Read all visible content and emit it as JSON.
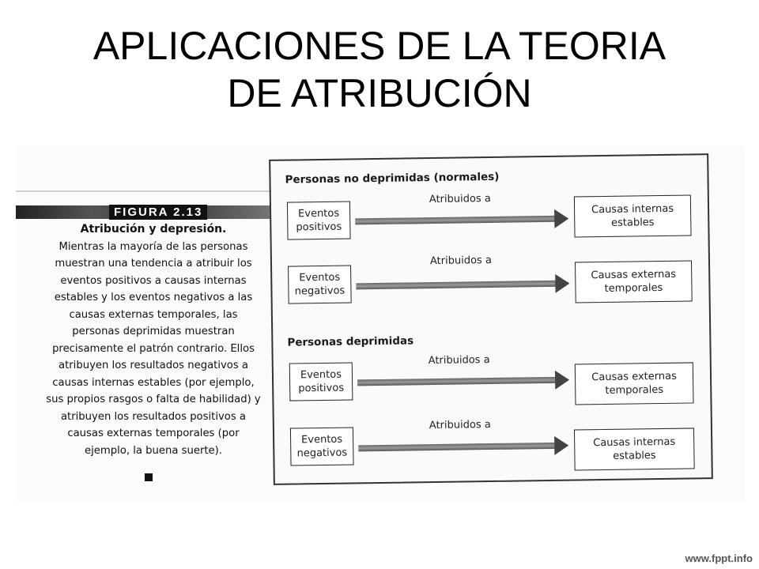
{
  "slide": {
    "title_line1": "APLICACIONES DE LA TEORIA",
    "title_line2": "DE ATRIBUCIÓN",
    "watermark": "www.fppt.info"
  },
  "figure": {
    "label": "FIGURA 2.13",
    "caption_title": "Atribución y depresión.",
    "caption_text": "Mientras la mayoría de las personas muestran una tendencia a atribuir los eventos positivos a causas internas estables y los eventos negativos a las causas externas temporales, las personas deprimidas muestran precisamente el patrón contrario. Ellos atribuyen los resultados negativos a causas internas estables (por ejemplo, sus propios rasgos o falta de habilidad) y atribuyen los resultados positivos a causas externas temporales (por ejemplo, la buena suerte)."
  },
  "diagram": {
    "sections": [
      {
        "title": "Personas no deprimidas (normales)",
        "rows": [
          {
            "event_line1": "Eventos",
            "event_line2": "positivos",
            "arrow_label": "Atribuidos a",
            "cause_line1": "Causas internas",
            "cause_line2": "estables"
          },
          {
            "event_line1": "Eventos",
            "event_line2": "negativos",
            "arrow_label": "Atribuidos a",
            "cause_line1": "Causas externas",
            "cause_line2": "temporales"
          }
        ]
      },
      {
        "title": "Personas deprimidas",
        "rows": [
          {
            "event_line1": "Eventos",
            "event_line2": "positivos",
            "arrow_label": "Atribuidos a",
            "cause_line1": "Causas externas",
            "cause_line2": "temporales"
          },
          {
            "event_line1": "Eventos",
            "event_line2": "negativos",
            "arrow_label": "Atribuidos a",
            "cause_line1": "Causas internas",
            "cause_line2": "estables"
          }
        ]
      }
    ]
  }
}
